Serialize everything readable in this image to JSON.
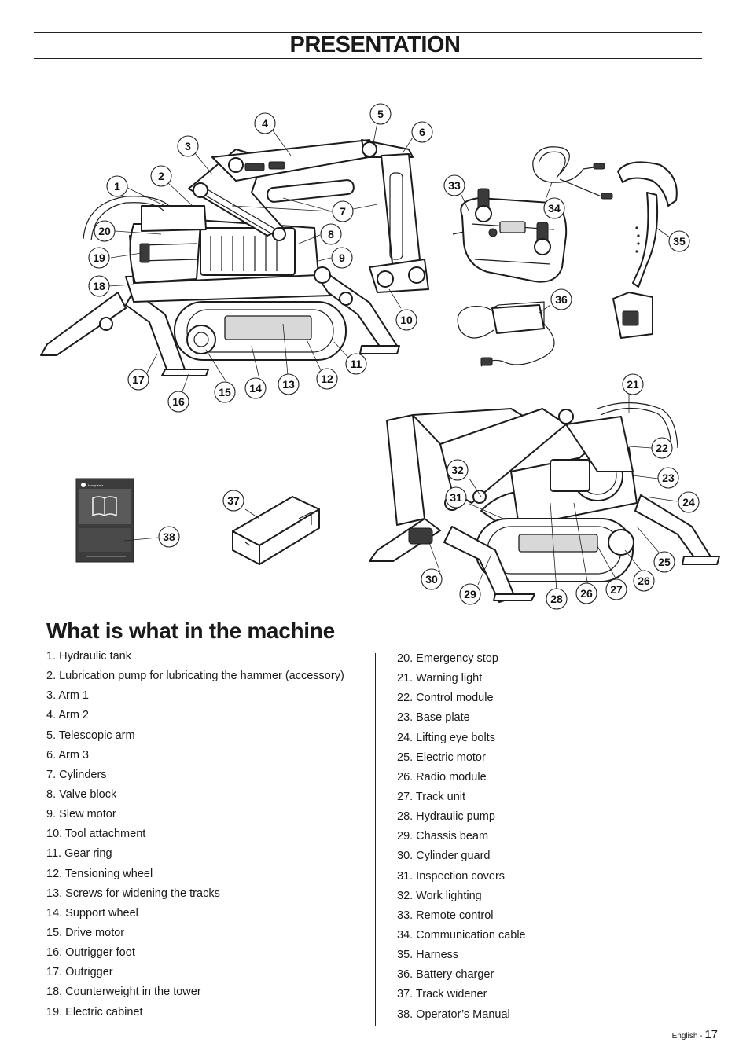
{
  "header": {
    "title": "PRESENTATION"
  },
  "section": {
    "heading": "What is what in the machine"
  },
  "callouts": [
    "1",
    "2",
    "3",
    "4",
    "5",
    "6",
    "7",
    "8",
    "9",
    "10",
    "11",
    "12",
    "13",
    "14",
    "15",
    "16",
    "17",
    "18",
    "19",
    "20",
    "21",
    "22",
    "23",
    "24",
    "25",
    "26",
    "27",
    "28",
    "29",
    "30",
    "31",
    "32",
    "33",
    "34",
    "35",
    "36",
    "37",
    "38"
  ],
  "manual_cover": {
    "brand": "Husqvarna"
  },
  "parts_left": [
    "1. Hydraulic tank",
    "2. Lubrication pump for lubricating the hammer (accessory)",
    "3. Arm 1",
    "4. Arm 2",
    "5. Telescopic arm",
    "6. Arm 3",
    "7. Cylinders",
    "8. Valve block",
    "9. Slew motor",
    "10. Tool attachment",
    "11. Gear ring",
    "12. Tensioning wheel",
    "13. Screws for widening the tracks",
    "14. Support wheel",
    "15. Drive motor",
    "16. Outrigger foot",
    "17. Outrigger",
    "18. Counterweight in the tower",
    "19. Electric cabinet"
  ],
  "parts_right": [
    "20. Emergency stop",
    "21. Warning light",
    "22. Control module",
    "23. Base plate",
    "24. Lifting eye bolts",
    "25. Electric motor",
    "26. Radio module",
    "27. Track unit",
    "28. Hydraulic pump",
    "29. Chassis beam",
    "30. Cylinder guard",
    "31. Inspection covers",
    "32. Work lighting",
    "33. Remote control",
    "34. Communication cable",
    "35. Harness",
    "36. Battery charger",
    "37. Track widener",
    "38. Operator’s Manual"
  ],
  "footer": {
    "language": "English",
    "separator": " - ",
    "page": "17"
  }
}
